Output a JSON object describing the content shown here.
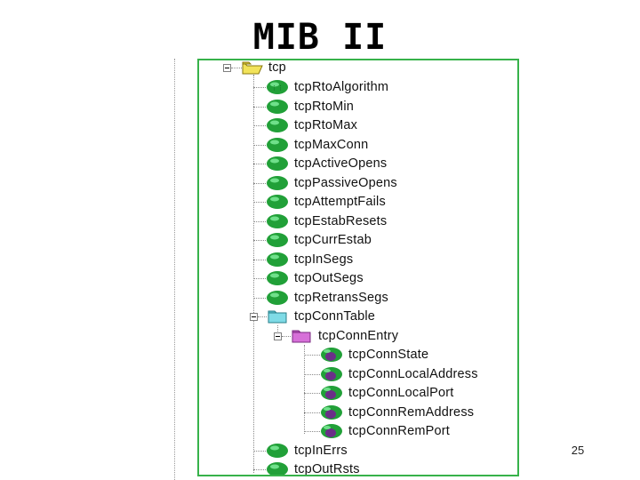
{
  "slide": {
    "title": "MIB II",
    "page_number": "25"
  },
  "colors": {
    "panel_border": "#37b24a",
    "leaf_green": "#21a038",
    "column_purple": "#6b2e88",
    "folder_yellow": "#f2e35a",
    "folder_cyan": "#7fdbe6",
    "folder_magenta": "#d670d8"
  },
  "tree": {
    "root": {
      "label": "tcp",
      "icon": "folder-open-icon",
      "expanded": true
    },
    "items": [
      {
        "label": "tcpRtoAlgorithm",
        "icon": "leaf-object-icon"
      },
      {
        "label": "tcpRtoMin",
        "icon": "leaf-object-icon"
      },
      {
        "label": "tcpRtoMax",
        "icon": "leaf-object-icon"
      },
      {
        "label": "tcpMaxConn",
        "icon": "leaf-object-icon"
      },
      {
        "label": "tcpActiveOpens",
        "icon": "leaf-object-icon"
      },
      {
        "label": "tcpPassiveOpens",
        "icon": "leaf-object-icon"
      },
      {
        "label": "tcpAttemptFails",
        "icon": "leaf-object-icon"
      },
      {
        "label": "tcpEstabResets",
        "icon": "leaf-object-icon"
      },
      {
        "label": "tcpCurrEstab",
        "icon": "leaf-object-icon"
      },
      {
        "label": "tcpInSegs",
        "icon": "leaf-object-icon"
      },
      {
        "label": "tcpOutSegs",
        "icon": "leaf-object-icon"
      },
      {
        "label": "tcpRetransSegs",
        "icon": "leaf-object-icon"
      },
      {
        "label": "tcpConnTable",
        "icon": "table-folder-icon",
        "expanded": true
      },
      {
        "label": "tcpConnEntry",
        "icon": "entry-folder-icon",
        "expanded": true
      },
      {
        "label": "tcpConnState",
        "icon": "column-object-icon"
      },
      {
        "label": "tcpConnLocalAddress",
        "icon": "column-object-icon"
      },
      {
        "label": "tcpConnLocalPort",
        "icon": "column-object-icon"
      },
      {
        "label": "tcpConnRemAddress",
        "icon": "column-object-icon"
      },
      {
        "label": "tcpConnRemPort",
        "icon": "column-object-icon"
      },
      {
        "label": "tcpInErrs",
        "icon": "leaf-object-icon"
      },
      {
        "label": "tcpOutRsts",
        "icon": "leaf-object-icon"
      }
    ]
  }
}
